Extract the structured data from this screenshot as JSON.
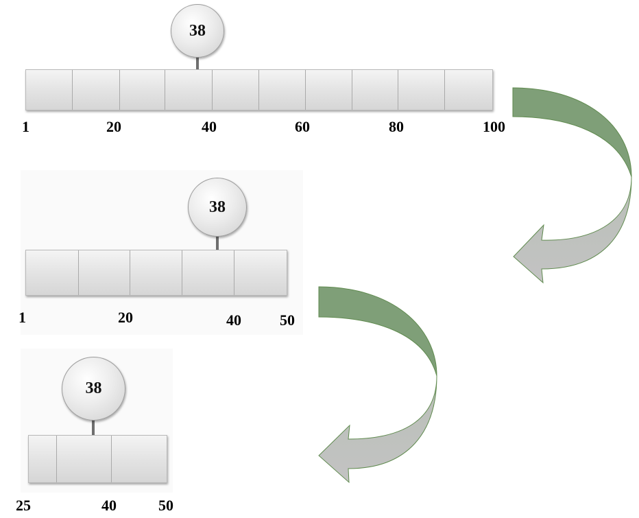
{
  "stages": [
    {
      "id": "range-1-100",
      "cell_count": 10,
      "search_value": "38",
      "tick_labels": [
        "1",
        "20",
        "40",
        "60",
        "80",
        "100"
      ]
    },
    {
      "id": "range-1-50",
      "cell_count": 5,
      "search_value": "38",
      "tick_labels": [
        "1",
        "20",
        "40",
        "50"
      ]
    },
    {
      "id": "range-25-50",
      "cell_count": 3,
      "search_value": "38",
      "tick_labels": [
        "25",
        "40",
        "50"
      ]
    }
  ],
  "colors": {
    "arrow_dark": "#7f9f78",
    "arrow_light": "#c0c0c0",
    "arrow_outline": "#5f8a4e"
  }
}
